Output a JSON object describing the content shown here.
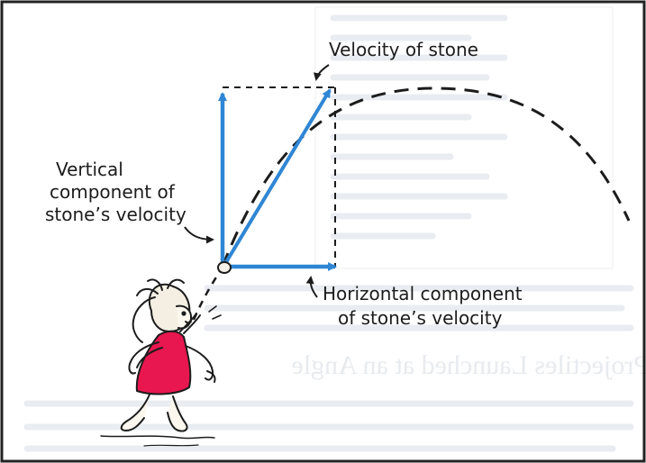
{
  "labels": {
    "velocity": "Velocity of stone",
    "vertical": [
      "Vertical",
      "component of",
      "stone’s velocity"
    ],
    "horizontal": [
      "Horizontal component",
      "of stone’s velocity"
    ]
  },
  "bleed_through": {
    "heading": "Projectiles Launched at an Angle"
  },
  "colors": {
    "arrow": "#2f86d4",
    "girl_dress": "#e8174f",
    "ink": "#1c1c1c",
    "frame_border": "#222222"
  }
}
